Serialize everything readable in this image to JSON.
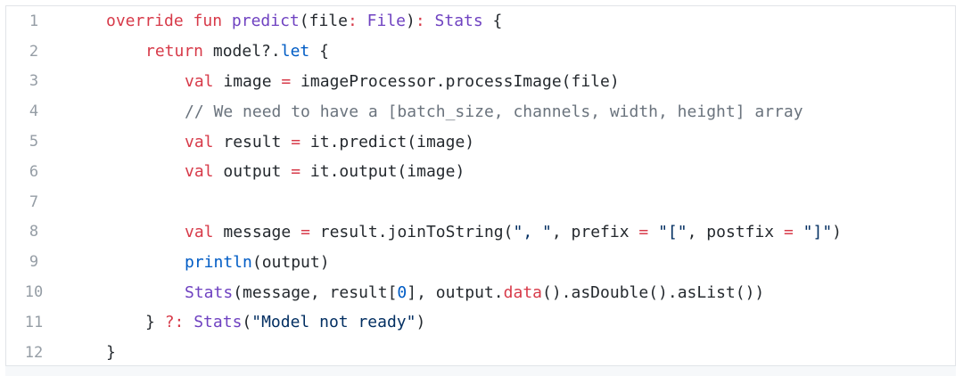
{
  "colors": {
    "keyword": "#d73a49",
    "function": "#6f42c1",
    "call": "#005cc5",
    "string": "#032f62",
    "comment": "#6a737d",
    "property": "#e36209",
    "text": "#24292e",
    "line_number": "#959da5"
  },
  "lines": [
    {
      "num": "1",
      "indent": 0,
      "tokens": [
        {
          "t": "override",
          "k": "kw"
        },
        {
          "t": " ",
          "k": "id"
        },
        {
          "t": "fun",
          "k": "kw"
        },
        {
          "t": " ",
          "k": "id"
        },
        {
          "t": "predict",
          "k": "fn"
        },
        {
          "t": "(file",
          "k": "id"
        },
        {
          "t": ":",
          "k": "kw"
        },
        {
          "t": " ",
          "k": "id"
        },
        {
          "t": "File",
          "k": "type"
        },
        {
          "t": ")",
          "k": "id"
        },
        {
          "t": ":",
          "k": "kw"
        },
        {
          "t": " ",
          "k": "id"
        },
        {
          "t": "Stats",
          "k": "type"
        },
        {
          "t": " {",
          "k": "id"
        }
      ]
    },
    {
      "num": "2",
      "indent": 1,
      "tokens": [
        {
          "t": "return",
          "k": "kw"
        },
        {
          "t": " model?.",
          "k": "id"
        },
        {
          "t": "let",
          "k": "call"
        },
        {
          "t": " {",
          "k": "id"
        }
      ]
    },
    {
      "num": "3",
      "indent": 2,
      "tokens": [
        {
          "t": "val",
          "k": "kw"
        },
        {
          "t": " image ",
          "k": "id"
        },
        {
          "t": "=",
          "k": "kw"
        },
        {
          "t": " imageProcessor.processImage(file)",
          "k": "id"
        }
      ]
    },
    {
      "num": "4",
      "indent": 2,
      "tokens": [
        {
          "t": "// We need to have a [batch_size, channels, width, height] array",
          "k": "cmt"
        }
      ]
    },
    {
      "num": "5",
      "indent": 2,
      "tokens": [
        {
          "t": "val",
          "k": "kw"
        },
        {
          "t": " result ",
          "k": "id"
        },
        {
          "t": "=",
          "k": "kw"
        },
        {
          "t": " it.predict(image)",
          "k": "id"
        }
      ]
    },
    {
      "num": "6",
      "indent": 2,
      "tokens": [
        {
          "t": "val",
          "k": "kw"
        },
        {
          "t": " output ",
          "k": "id"
        },
        {
          "t": "=",
          "k": "kw"
        },
        {
          "t": " it.output(image)",
          "k": "id"
        }
      ]
    },
    {
      "num": "7",
      "indent": 0,
      "tokens": []
    },
    {
      "num": "8",
      "indent": 2,
      "tokens": [
        {
          "t": "val",
          "k": "kw"
        },
        {
          "t": " message ",
          "k": "id"
        },
        {
          "t": "=",
          "k": "kw"
        },
        {
          "t": " result.joinToString(",
          "k": "id"
        },
        {
          "t": "\", \"",
          "k": "str"
        },
        {
          "t": ", prefix ",
          "k": "id"
        },
        {
          "t": "=",
          "k": "kw"
        },
        {
          "t": " ",
          "k": "id"
        },
        {
          "t": "\"[\"",
          "k": "str"
        },
        {
          "t": ", postfix ",
          "k": "id"
        },
        {
          "t": "=",
          "k": "kw"
        },
        {
          "t": " ",
          "k": "id"
        },
        {
          "t": "\"]\"",
          "k": "str"
        },
        {
          "t": ")",
          "k": "id"
        }
      ]
    },
    {
      "num": "9",
      "indent": 2,
      "tokens": [
        {
          "t": "println",
          "k": "call"
        },
        {
          "t": "(output)",
          "k": "id"
        }
      ]
    },
    {
      "num": "10",
      "indent": 2,
      "tokens": [
        {
          "t": "Stats",
          "k": "type"
        },
        {
          "t": "(message, result[",
          "k": "id"
        },
        {
          "t": "0",
          "k": "num"
        },
        {
          "t": "], output.",
          "k": "id"
        },
        {
          "t": "data",
          "k": "kw"
        },
        {
          "t": "().asDouble().asList())",
          "k": "id"
        }
      ]
    },
    {
      "num": "11",
      "indent": 1,
      "tokens": [
        {
          "t": "} ",
          "k": "id"
        },
        {
          "t": "?:",
          "k": "kw"
        },
        {
          "t": " ",
          "k": "id"
        },
        {
          "t": "Stats",
          "k": "type"
        },
        {
          "t": "(",
          "k": "id"
        },
        {
          "t": "\"Model not ready\"",
          "k": "str"
        },
        {
          "t": ")",
          "k": "id"
        }
      ]
    },
    {
      "num": "12",
      "indent": 0,
      "tokens": [
        {
          "t": "}",
          "k": "id"
        }
      ]
    }
  ]
}
